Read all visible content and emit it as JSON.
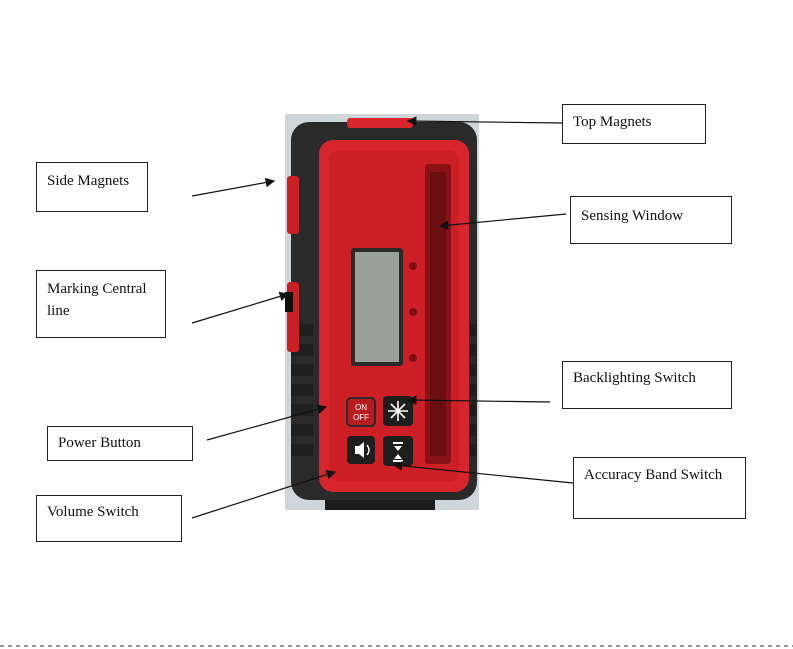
{
  "labels": {
    "side_magnets": "Side Magnets",
    "marking_central_line": "Marking  Central line",
    "power_button": "Power Button",
    "volume_switch": "Volume Switch",
    "top_magnets": "Top Magnets",
    "sensing_window": "Sensing Window",
    "backlighting_switch": "Backlighting Switch",
    "accuracy_band_switch": "Accuracy Band Switch"
  },
  "device": {
    "on_label": "ON",
    "off_label": "OFF",
    "body_color": "#2a2a2a",
    "face_color": "#d8252b",
    "lcd_color": "#9aa19a",
    "background_color": "#cfd6da"
  }
}
